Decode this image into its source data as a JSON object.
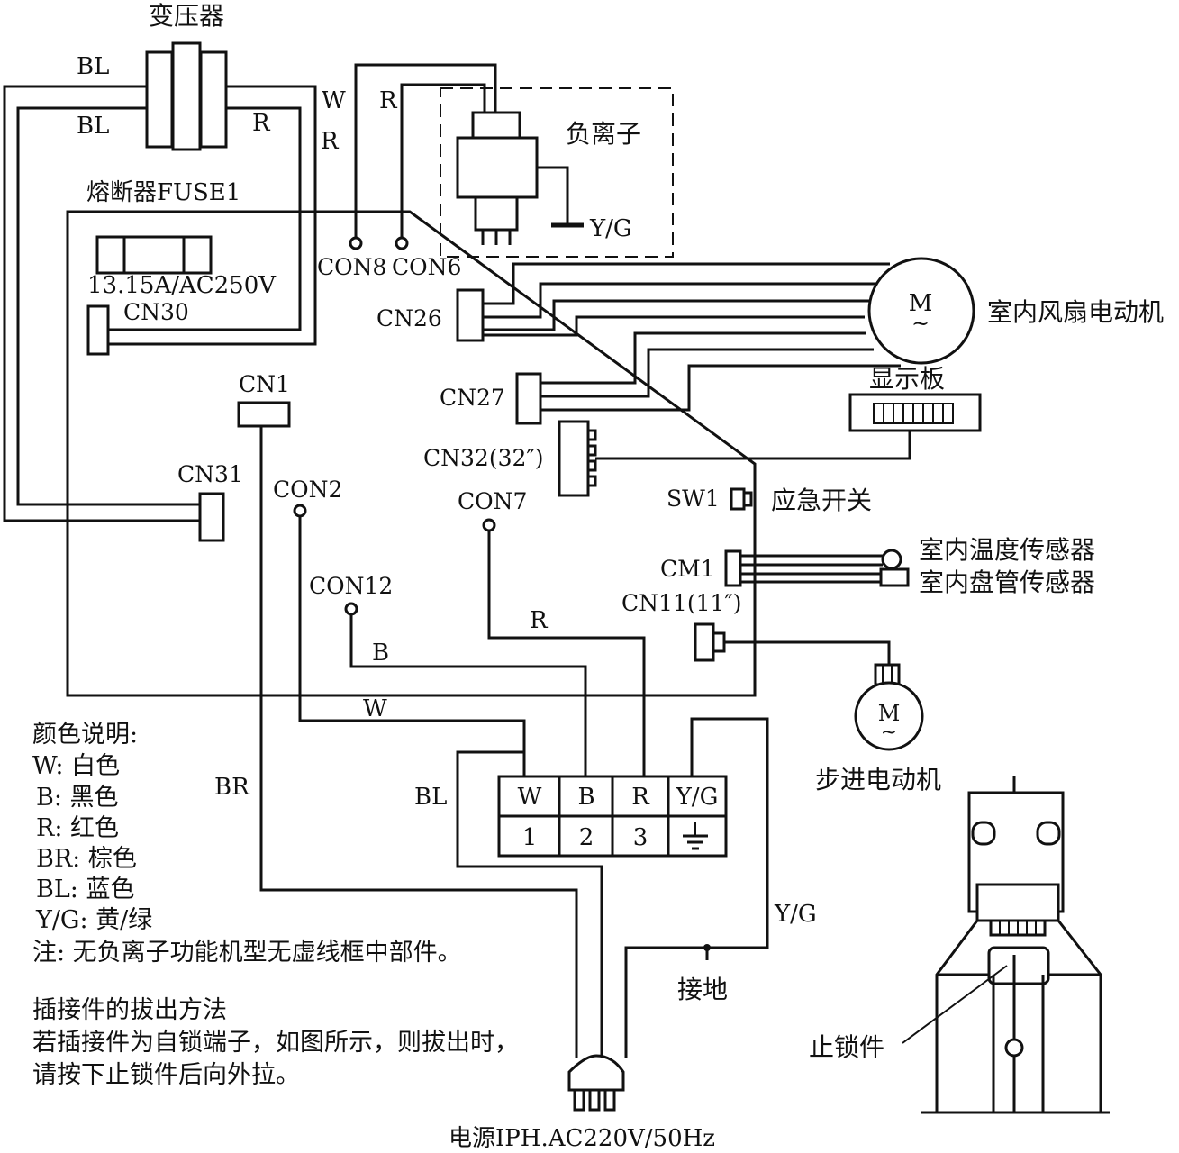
{
  "labels": {
    "transformer": "变压器",
    "fuse": "熔断器FUSE1",
    "fuse_rating": "13.15A/AC250V",
    "cn30": "CN30",
    "cn1": "CN1",
    "cn31": "CN31",
    "con2": "CON2",
    "con7": "CON7",
    "con12": "CON12",
    "con8": "CON8",
    "con6": "CON6",
    "cn26": "CN26",
    "cn27": "CN27",
    "cn32": "CN32(32″)",
    "sw1": "SW1",
    "emergency_switch": "应急开关",
    "cm1": "CM1",
    "cn11": "CN11(11″)",
    "anion": "负离子",
    "indoor_fan_motor": "室内风扇电动机",
    "display_board": "显示板",
    "room_temp_sensor": "室内温度传感器",
    "coil_sensor": "室内盘管传感器",
    "stepper_motor": "步进电动机",
    "ground": "接地",
    "power": "电源IPH.AC220V/50Hz",
    "lock_part": "止锁件",
    "motor_symbol": "M",
    "ac_symbol": "~"
  },
  "wire_labels": {
    "bl_top": "BL",
    "bl_mid": "BL",
    "r_trans": "R",
    "w_top": "W",
    "r_con8": "R",
    "r_con6": "R",
    "yg_anion": "Y/G",
    "r_con7": "R",
    "b_con12": "B",
    "w_con2": "W",
    "br": "BR",
    "bl_term": "BL",
    "yg_ground": "Y/G"
  },
  "terminal_block": {
    "colors": [
      "W",
      "B",
      "R",
      "Y/G"
    ],
    "numbers": [
      "1",
      "2",
      "3"
    ]
  },
  "legend": {
    "title": "颜色说明:",
    "items": [
      "W: 白色",
      "B: 黑色",
      "R: 红色",
      "BR: 棕色",
      "BL: 蓝色",
      "Y/G: 黄/绿"
    ],
    "note": "注: 无负离子功能机型无虚线框中部件。"
  },
  "connector_note": {
    "title": "插接件的拔出方法",
    "lines": [
      "若插接件为自锁端子，如图所示，则拔出时，",
      "请按下止锁件后向外拉。"
    ]
  }
}
